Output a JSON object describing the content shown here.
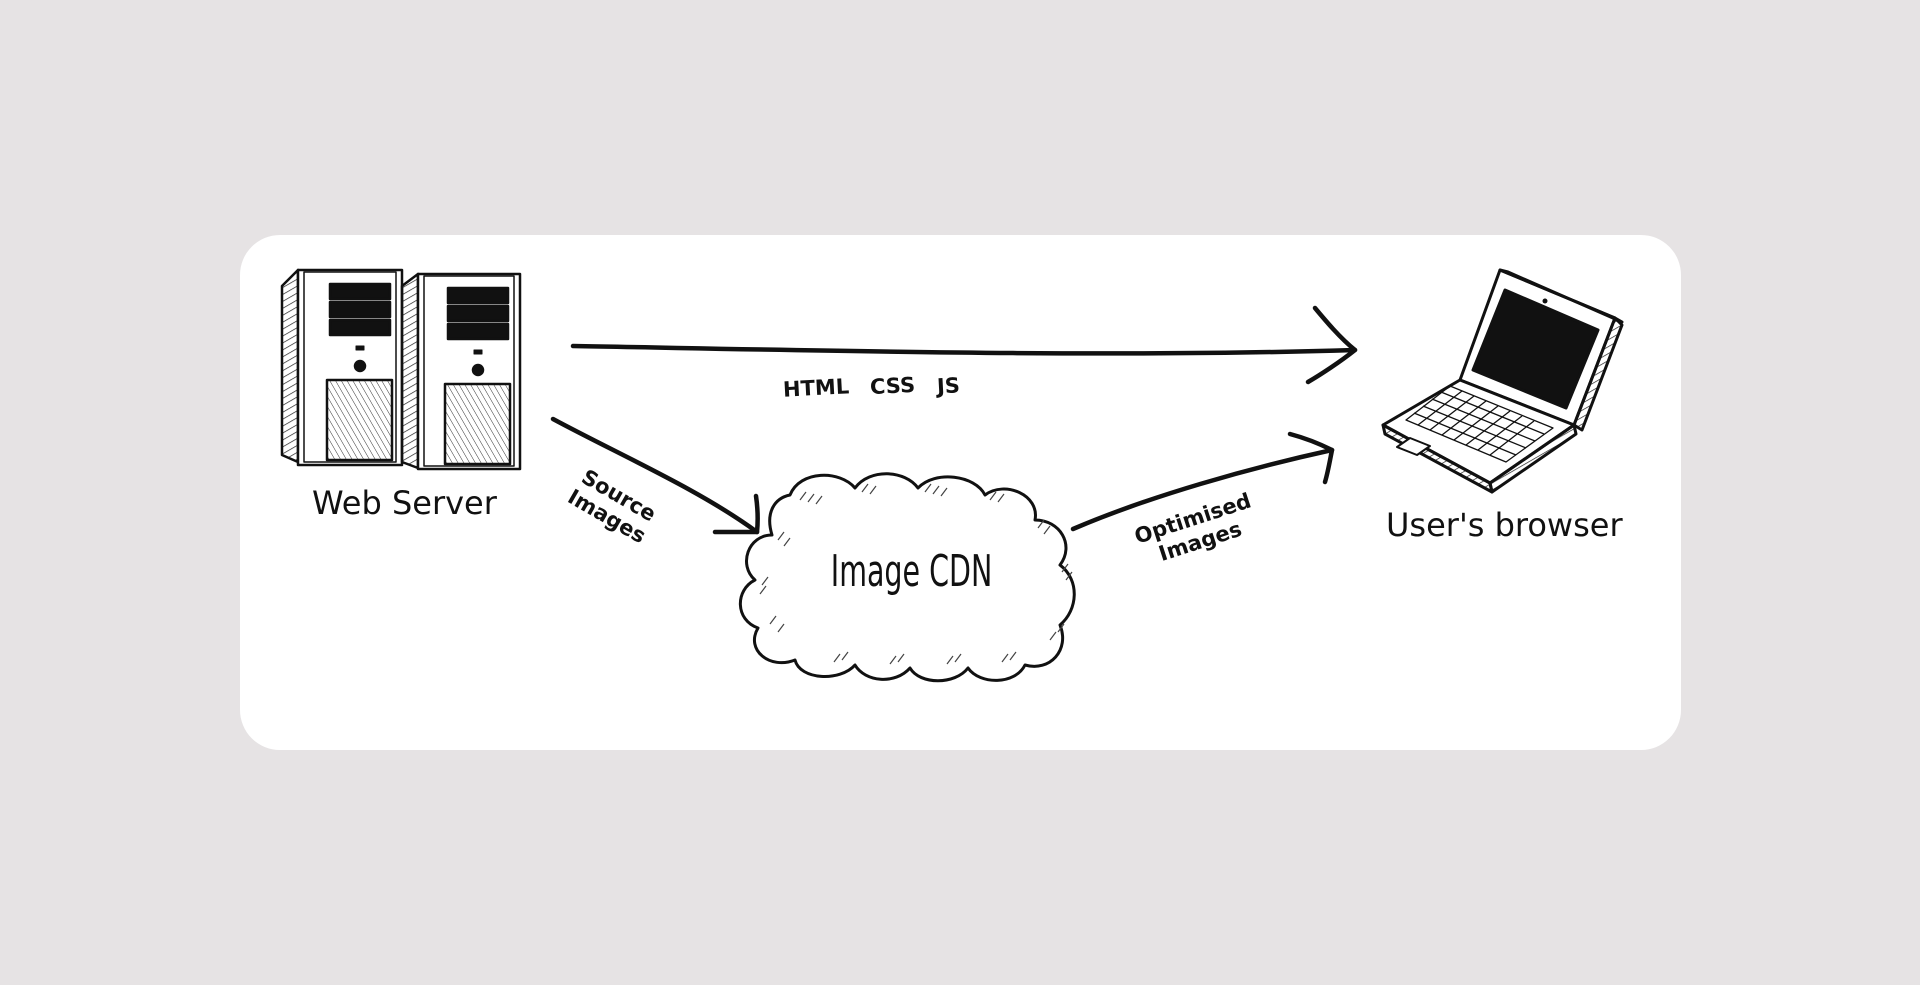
{
  "diagram": {
    "nodes": {
      "web_server": {
        "label": "Web Server",
        "icon": "server-rack-icon"
      },
      "image_cdn": {
        "label": "Image CDN",
        "icon": "cloud-icon"
      },
      "browser": {
        "label": "User's browser",
        "icon": "laptop-icon"
      }
    },
    "edges": {
      "server_to_browser": {
        "from": "web_server",
        "to": "browser",
        "labels": {
          "html": "HTML",
          "css": "CSS",
          "js": "JS"
        }
      },
      "server_to_cdn": {
        "from": "web_server",
        "to": "image_cdn",
        "label_line1": "Source",
        "label_line2": "Images"
      },
      "cdn_to_browser": {
        "from": "image_cdn",
        "to": "browser",
        "label_line1": "Optimised",
        "label_line2": "Images"
      }
    }
  },
  "colors": {
    "background": "#e6e3e4",
    "card": "#ffffff",
    "ink": "#111111"
  }
}
